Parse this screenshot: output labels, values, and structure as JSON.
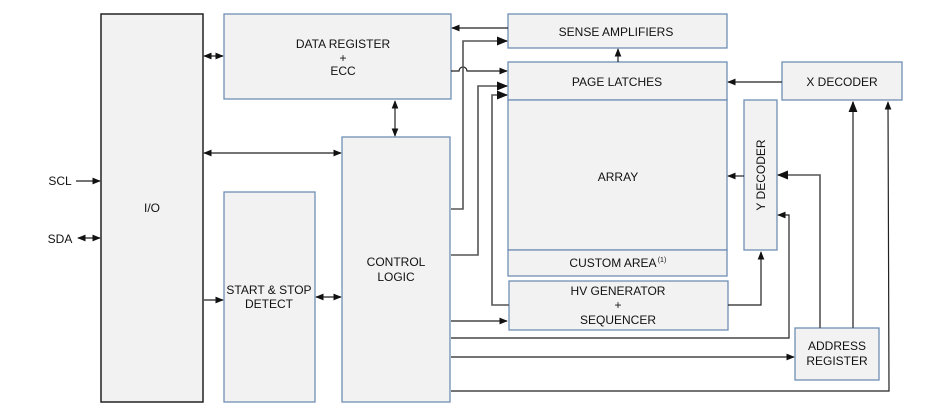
{
  "blocks": {
    "io": "I/O",
    "data_register": [
      "DATA REGISTER",
      "+",
      "ECC"
    ],
    "sense_amplifiers": "SENSE AMPLIFIERS",
    "page_latches": "PAGE LATCHES",
    "x_decoder": "X DECODER",
    "array": "ARRAY",
    "y_decoder": "Y DECODER",
    "custom_area": "CUSTOM AREA",
    "custom_area_note": "(1)",
    "hv_generator": [
      "HV GENERATOR",
      "+",
      "SEQUENCER"
    ],
    "control_logic": [
      "CONTROL",
      "LOGIC"
    ],
    "start_stop": [
      "START & STOP",
      "DETECT"
    ],
    "address_register": [
      "ADDRESS",
      "REGISTER"
    ]
  },
  "signals": {
    "scl": "SCL",
    "sda": "SDA"
  }
}
